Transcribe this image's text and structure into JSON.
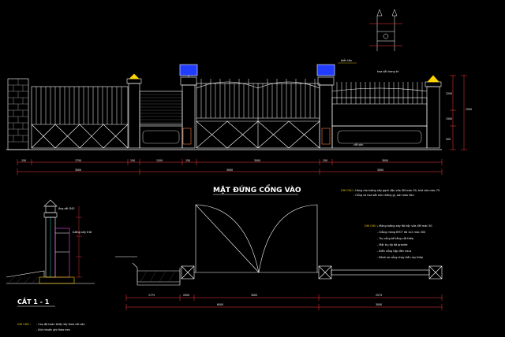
{
  "drawing": {
    "main_title": "MẶT ĐỨNG CỔNG VÀO",
    "section_title": "CẮT 1 - 1",
    "note_top_label": "GHI CHÚ :",
    "note_top_lines": [
      "- Hàng rào tường xây gạch đặc vữa XM mác 50, trát vữa mác 75",
      "- Cổng và hoa sắt sơn chống gỉ, sơn màu đen"
    ],
    "note_mid_label": "GHI CHÚ :",
    "note_mid_lines": [
      "- Móng tường xây đá hộc vữa XM mác 50",
      "- Giằng móng BTCT đá 1x2 mác 200",
      "- Trụ cổng bê tông cốt thép",
      "- Mặt trụ ốp đá granite",
      "- Biển cổng hộp đèn mica",
      "- Bánh xe cổng chạy trên ray thép"
    ],
    "note_bottom_label": "GHI CHÚ :",
    "note_bottom_lines": [
      "- Cao độ hoàn thiện lấy theo cốt sân",
      "- Kích thước ghi theo mm"
    ],
    "label_hoa_sat": "hoa sắt trang trí",
    "label_san": "cốt sân",
    "label_bien": "biển tên",
    "label_ong_sat": "ống sắt D42",
    "label_tuong": "tường xây trát"
  },
  "dimensions": {
    "front_top": [
      "150",
      "1750",
      "150",
      "1200",
      "150",
      "3000",
      "150",
      "3000"
    ],
    "front_bottom": [
      "3000",
      "3000",
      "3000"
    ],
    "plan_bottom": [
      "1775",
      "2000",
      "3000",
      "2575"
    ],
    "plan_total": [
      "6000",
      "3000"
    ],
    "heights": [
      "2500",
      "2200",
      "1500",
      "500"
    ]
  },
  "colors": {
    "background": "#000000",
    "line": "#ffffff",
    "dimension": "#ff3b3b",
    "dim_text": "#ffffff",
    "sign": "#1f3cff",
    "accent_cyan": "#38e6e6",
    "accent_yellow": "#ffd400",
    "accent_red": "#ff2a2a",
    "accent_magenta": "#e84bff",
    "accent_green": "#4cd964"
  }
}
